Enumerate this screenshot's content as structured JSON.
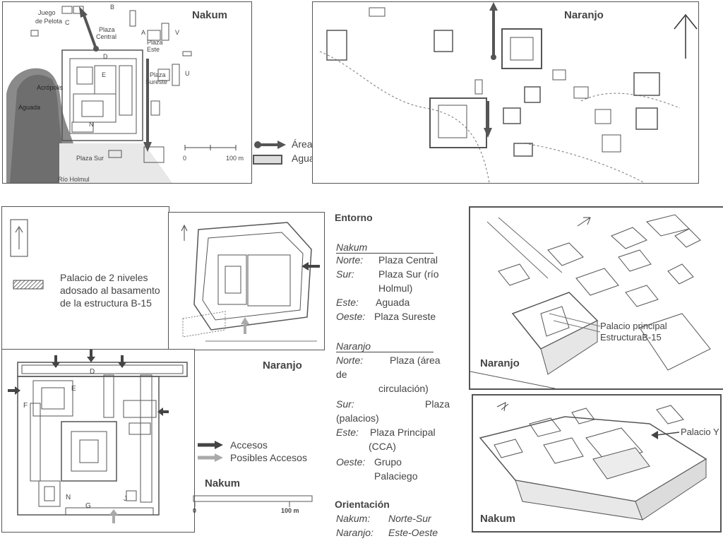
{
  "top_left_map": {
    "title": "Nakum",
    "labels": {
      "juego": "Juego",
      "de_pelota": "de Pelota",
      "c": "C",
      "b": "B",
      "plaza_central_1": "Plaza",
      "plaza_central_2": "Central",
      "a": "A",
      "v": "V",
      "plaza_este_1": "Plaza",
      "plaza_este_2": "Este",
      "d": "D",
      "e": "E",
      "u": "U",
      "plaza_sureste_1": "Plaza",
      "plaza_sureste_2": "Sureste",
      "n": "N",
      "acropolis": "Acrópolis",
      "aguada": "Aguada",
      "plaza_sur": "Plaza Sur",
      "rio_holmul": "Río Holmul",
      "scale_0": "0",
      "scale_100": "100 m"
    },
    "legend": {
      "circulacion": "Áreas de circulación",
      "aguada": "Aguada"
    }
  },
  "top_right_map": {
    "title": "Naranjo"
  },
  "left_legend": {
    "palacio_line1": "Palacio de 2 niveles",
    "palacio_line2": "adosado al basamento",
    "palacio_line3": "de la estructura B-15"
  },
  "naranjo_plan": {
    "title": "Naranjo"
  },
  "nakum_plan": {
    "labels": {
      "d": "D",
      "e": "E",
      "f": "F",
      "n": "N",
      "g": "G",
      "j": "J"
    },
    "legend": {
      "accesos": "Accesos",
      "posibles": "Posibles Accesos"
    },
    "title": "Nakum",
    "scale_0": "0",
    "scale_100": "100 m"
  },
  "entorno": {
    "heading": "Entorno",
    "nakum_title": "Nakum",
    "nakum_rows": [
      {
        "key": "Norte:",
        "value": "Plaza Central"
      },
      {
        "key": "Sur:",
        "value": "Plaza Sur (río"
      },
      {
        "key": "",
        "value": "Holmul)"
      },
      {
        "key": "Este:",
        "value": "Aguada"
      },
      {
        "key": "Oeste:",
        "value": "Plaza Sureste"
      }
    ],
    "naranjo_title": "Naranjo",
    "naranjo_rows": [
      {
        "key": "Norte:",
        "value": "Plaza (área"
      },
      {
        "key": "",
        "value": "de"
      },
      {
        "key": "",
        "value": "circulación)"
      },
      {
        "key": "Sur:",
        "value": "Plaza"
      },
      {
        "key": "",
        "value": "(palacios)"
      },
      {
        "key": "Este:",
        "value": "Plaza Principal"
      },
      {
        "key": "",
        "value": "(CCA)"
      },
      {
        "key": "Oeste:",
        "value": "Grupo"
      },
      {
        "key": "",
        "value": "Palaciego"
      }
    ],
    "orientacion_heading": "Orientación",
    "orientacion_rows": [
      {
        "key": "Nakum:",
        "value": "Norte-Sur"
      },
      {
        "key": "Naranjo:",
        "value": "Este-Oeste"
      }
    ]
  },
  "naranjo_3d": {
    "title": "Naranjo",
    "callout_1": "Palacio principal",
    "callout_2": "EstructuraB-15"
  },
  "nakum_3d": {
    "title": "Nakum",
    "callout": "Palacio Y"
  }
}
